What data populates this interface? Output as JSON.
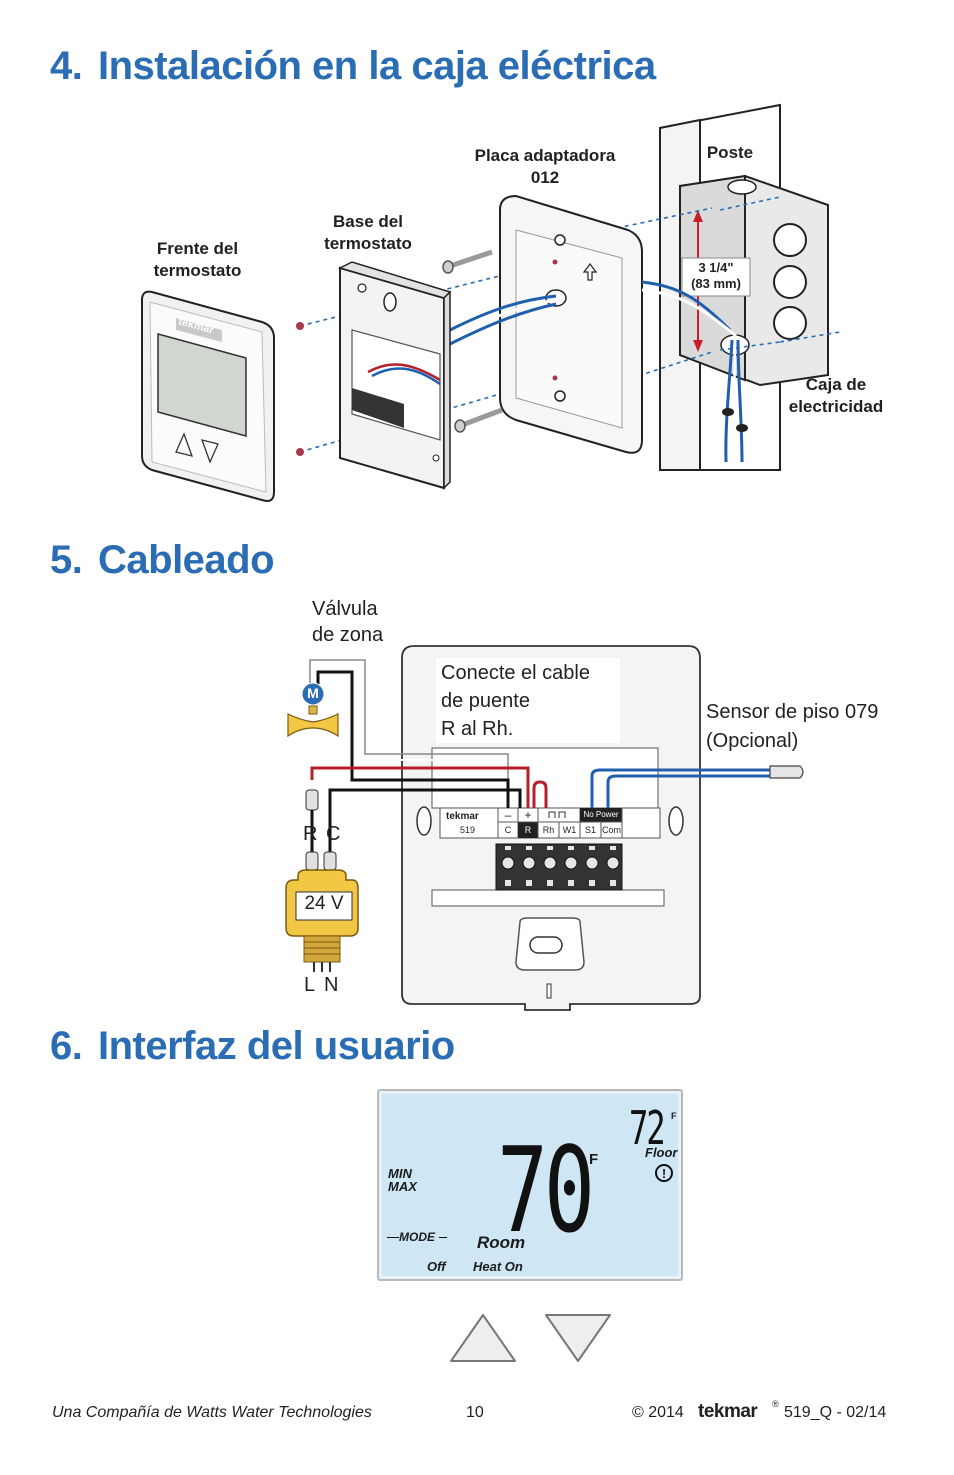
{
  "sections": {
    "install": {
      "number": "4.",
      "title": "Instalación en la caja eléctrica"
    },
    "wiring": {
      "number": "5.",
      "title": "Cableado"
    },
    "ui": {
      "number": "6.",
      "title": "Interfaz del usuario"
    }
  },
  "install_diagram": {
    "front_label_1": "Frente del",
    "front_label_2": "termostato",
    "base_label_1": "Base del",
    "base_label_2": "termostato",
    "adapter_label_1": "Placa adaptadora",
    "adapter_label_2": "012",
    "post_label": "Poste",
    "box_label_1": "Caja de",
    "box_label_2": "electricidad",
    "dimension_1": "3 1/4\"",
    "dimension_2": "(83 mm)",
    "brand_mark": "tekmar"
  },
  "wiring_diagram": {
    "valve_label_1": "Válvula",
    "valve_label_2": "de zona",
    "jumper_note_1": "Conecte el cable",
    "jumper_note_2": "de puente",
    "jumper_note_3": "R al Rh.",
    "sensor_label_1": "Sensor de piso 079",
    "sensor_label_2": "(Opcional)",
    "motor_letter": "M",
    "r_label": "R",
    "c_label": "C",
    "transformer_label": "24 V",
    "l_label": "L",
    "n_label": "N",
    "brand": "tekmar",
    "model": "519",
    "terminals": {
      "minus": "–",
      "plus": "+",
      "no_power": "No Power",
      "c": "C",
      "r": "R",
      "rh": "Rh",
      "w1": "W1",
      "s1": "S1",
      "com": "Com"
    }
  },
  "lcd": {
    "main_temp": "70",
    "main_unit": "F",
    "small_temp": "72",
    "small_unit": "F",
    "floor": "Floor",
    "min": "MIN",
    "max": "MAX",
    "mode": "MODE",
    "room": "Room",
    "off": "Off",
    "heat_on": "Heat On"
  },
  "footer": {
    "company": "Una Compañía de Watts Water Technologies",
    "page": "10",
    "copyright": "© 2014",
    "brand": "tekmar",
    "doc": "519_Q - 02/14"
  },
  "colors": {
    "heading": "#2a6db5",
    "wire_red": "#b3202a",
    "wire_blue": "#1f5fae",
    "lcd_bg": "#cfe6f5",
    "transformer": "#f2c744"
  }
}
